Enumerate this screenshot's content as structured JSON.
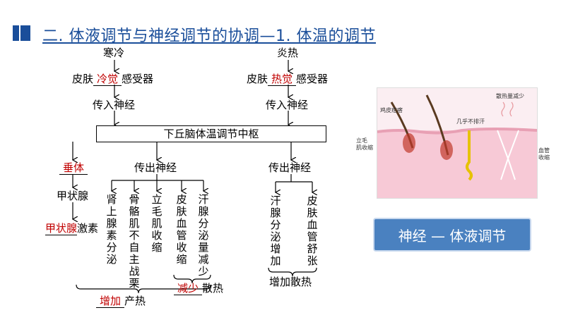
{
  "title": "二. 体液调节与神经调节的协调—1. 体温的调节",
  "left": {
    "stimulus": "寒冷",
    "receptor_prefix": "皮肤",
    "receptor_blank": "冷觉",
    "receptor_suffix": "感受器",
    "afferent": "传入神经"
  },
  "right": {
    "stimulus": "炎热",
    "receptor_prefix": "皮肤",
    "receptor_blank": "热觉",
    "receptor_suffix": "感受器",
    "afferent": "传入神经"
  },
  "center": "下丘脑体温调节中枢",
  "pituitary": "垂体",
  "thyroid": "甲状腺",
  "hormone_blank": "甲状腺",
  "hormone_suffix": "激素",
  "efferent_left": "传出神经",
  "efferent_right": "传出神经",
  "effects_left": [
    "肾上腺素分泌",
    "骨骼肌不自主战栗",
    "立毛肌收缩",
    "皮肤血管收缩",
    "汗腺分泌量减少"
  ],
  "effects_right": [
    "汗腺分泌增加",
    "皮肤血管舒张"
  ],
  "reduce_blank": "减少",
  "reduce_suffix": "散热",
  "increase_blank": "增加",
  "increase_suffix": "产热",
  "right_result": "增加散热",
  "photo_labels": {
    "goosebump": "鸡皮疙瘩",
    "arrector": "立毛\n肌收缩",
    "no_sweat": "几乎不排汗",
    "less_heat": "散热量减少",
    "vessel": "血管\n收缩"
  },
  "button": "神经 — 体液调节"
}
